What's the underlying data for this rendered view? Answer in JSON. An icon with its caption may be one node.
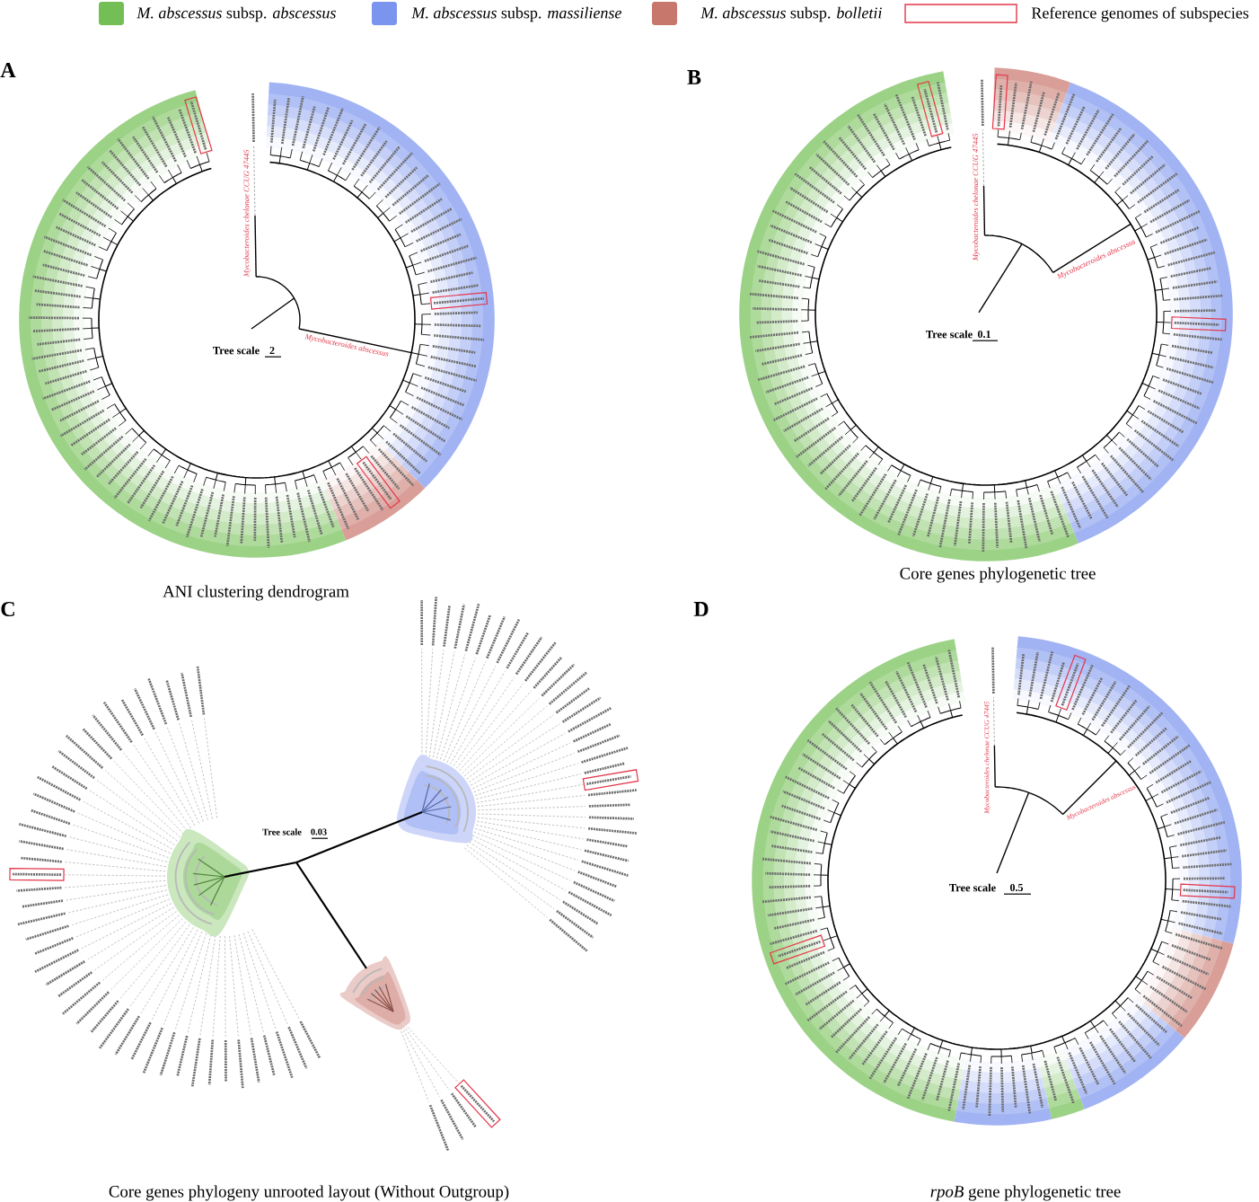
{
  "diagram": {
    "labels": [
      "A",
      "Tree scale",
      "2",
      "Mycobacteroides chelonae CCUG 47445",
      "Mycobacteroides abscessus",
      "ANI clustering dendrogram",
      "B",
      "Tree scale",
      "0.1",
      "Mycobacteroides chelonae CCUG 47445",
      "Mycobacteroides abscessus",
      "Core genes phylogenetic tree",
      "C",
      "Tree scale",
      "0.03",
      "Core genes phylogeny unrooted layout (Without Outgroup)",
      "D",
      "Tree scale",
      "0.5",
      "Mycobacteroides chelonae CCUG 47445",
      "Mycobacteroides abscessus",
      "*rpoB* gene phylogenetic tree"
    ],
    "legend": [
      {
        "text": "*M. abscessus* subsp. *abscessus*",
        "color": "#74bf55"
      },
      {
        "text": "*M. abscessus* subsp. *massiliense*",
        "color": "#7b94ee"
      },
      {
        "text": "*M. abscessus* subsp. *bolletii*",
        "color": "#c8776c"
      },
      {
        "text": "Reference genomes of subspecies"
      }
    ]
  }
}
